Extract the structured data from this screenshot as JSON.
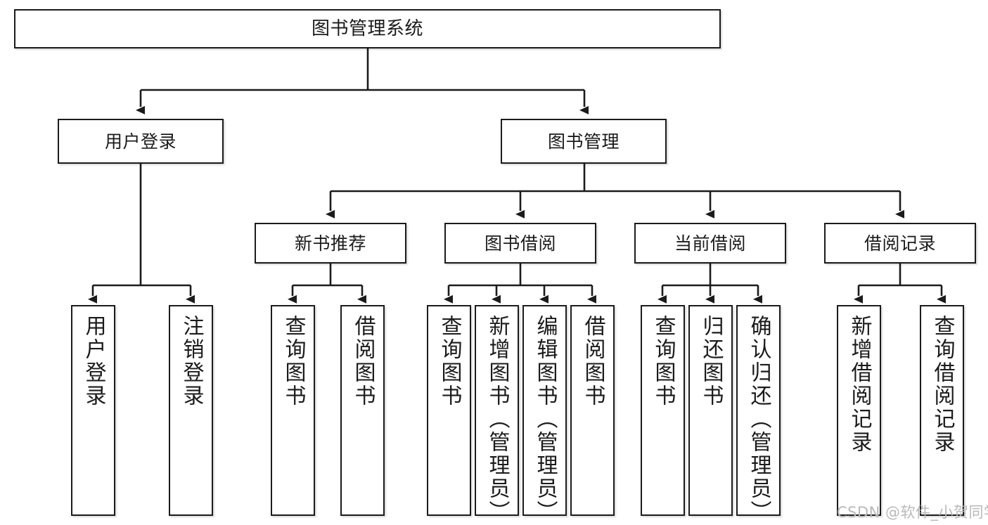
{
  "diagram": {
    "type": "tree-hierarchy-chart",
    "title": "图书管理系统",
    "levels": 4,
    "orientation": "top-down",
    "colors": {
      "node_border": "#1b1b1b",
      "node_fill": "#ffffff",
      "edge": "#1b1b1b",
      "background": "#ffffff",
      "watermark": "#b9b9b9"
    },
    "nodes": {
      "root": {
        "label": "图书管理系统"
      },
      "level2": [
        {
          "id": "user_login",
          "label": "用户登录"
        },
        {
          "id": "book_manage",
          "label": "图书管理"
        }
      ],
      "level3": [
        {
          "id": "new_book_rec",
          "label": "新书推荐"
        },
        {
          "id": "book_borrow",
          "label": "图书借阅"
        },
        {
          "id": "current_borrow",
          "label": "当前借阅"
        },
        {
          "id": "borrow_record",
          "label": "借阅记录"
        }
      ],
      "leaves": {
        "user_login": [
          {
            "id": "leaf_user_login",
            "label": "用户登录"
          },
          {
            "id": "leaf_user_logout",
            "label": "注销登录"
          }
        ],
        "new_book_rec": [
          {
            "id": "leaf_query_book_1",
            "label": "查询图书"
          },
          {
            "id": "leaf_borrow_book_1",
            "label": "借阅图书"
          }
        ],
        "book_borrow": [
          {
            "id": "leaf_query_book_2",
            "label": "查询图书"
          },
          {
            "id": "leaf_add_book",
            "label": "新增图书（管理员）"
          },
          {
            "id": "leaf_edit_book",
            "label": "编辑图书（管理员）"
          },
          {
            "id": "leaf_borrow_book_2",
            "label": "借阅图书"
          }
        ],
        "current_borrow": [
          {
            "id": "leaf_query_book_3",
            "label": "查询图书"
          },
          {
            "id": "leaf_return_book",
            "label": "归还图书"
          },
          {
            "id": "leaf_confirm_return",
            "label": "确认归还（管理员）"
          }
        ],
        "borrow_record": [
          {
            "id": "leaf_add_record",
            "label": "新增借阅记录"
          },
          {
            "id": "leaf_query_record",
            "label": "查询借阅记录"
          }
        ]
      }
    },
    "edges": [
      {
        "from": "root",
        "to": "user_login"
      },
      {
        "from": "root",
        "to": "book_manage"
      },
      {
        "from": "book_manage",
        "to": "new_book_rec"
      },
      {
        "from": "book_manage",
        "to": "book_borrow"
      },
      {
        "from": "book_manage",
        "to": "current_borrow"
      },
      {
        "from": "book_manage",
        "to": "borrow_record"
      },
      {
        "from": "user_login",
        "to": "leaf_user_login"
      },
      {
        "from": "user_login",
        "to": "leaf_user_logout"
      },
      {
        "from": "new_book_rec",
        "to": "leaf_query_book_1"
      },
      {
        "from": "new_book_rec",
        "to": "leaf_borrow_book_1"
      },
      {
        "from": "book_borrow",
        "to": "leaf_query_book_2"
      },
      {
        "from": "book_borrow",
        "to": "leaf_add_book"
      },
      {
        "from": "book_borrow",
        "to": "leaf_edit_book"
      },
      {
        "from": "book_borrow",
        "to": "leaf_borrow_book_2"
      },
      {
        "from": "current_borrow",
        "to": "leaf_query_book_3"
      },
      {
        "from": "current_borrow",
        "to": "leaf_return_book"
      },
      {
        "from": "current_borrow",
        "to": "leaf_confirm_return"
      },
      {
        "from": "borrow_record",
        "to": "leaf_add_record"
      },
      {
        "from": "borrow_record",
        "to": "leaf_query_record"
      }
    ]
  },
  "watermark": {
    "text": "CSDN @软件_小贺同学"
  }
}
